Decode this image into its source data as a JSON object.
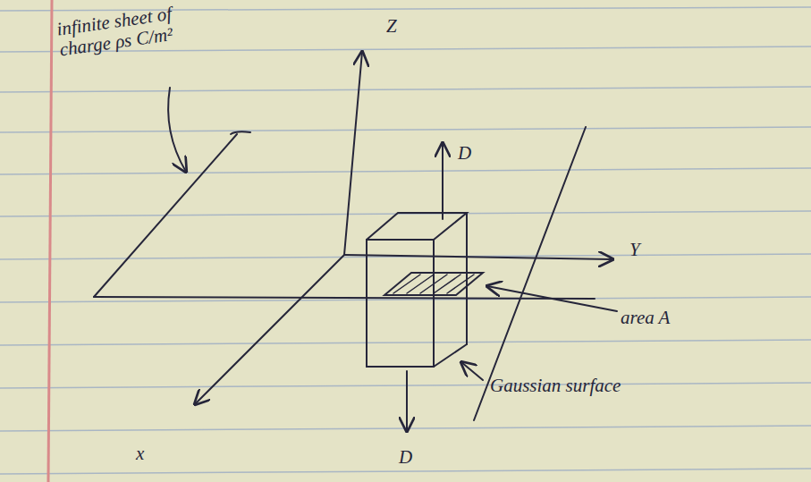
{
  "diagram": {
    "labels": [
      "infinite sheet of charge ρs C/m²",
      "Z",
      "Y",
      "x",
      "D",
      "D",
      "area A",
      "Gaussian surface"
    ]
  }
}
